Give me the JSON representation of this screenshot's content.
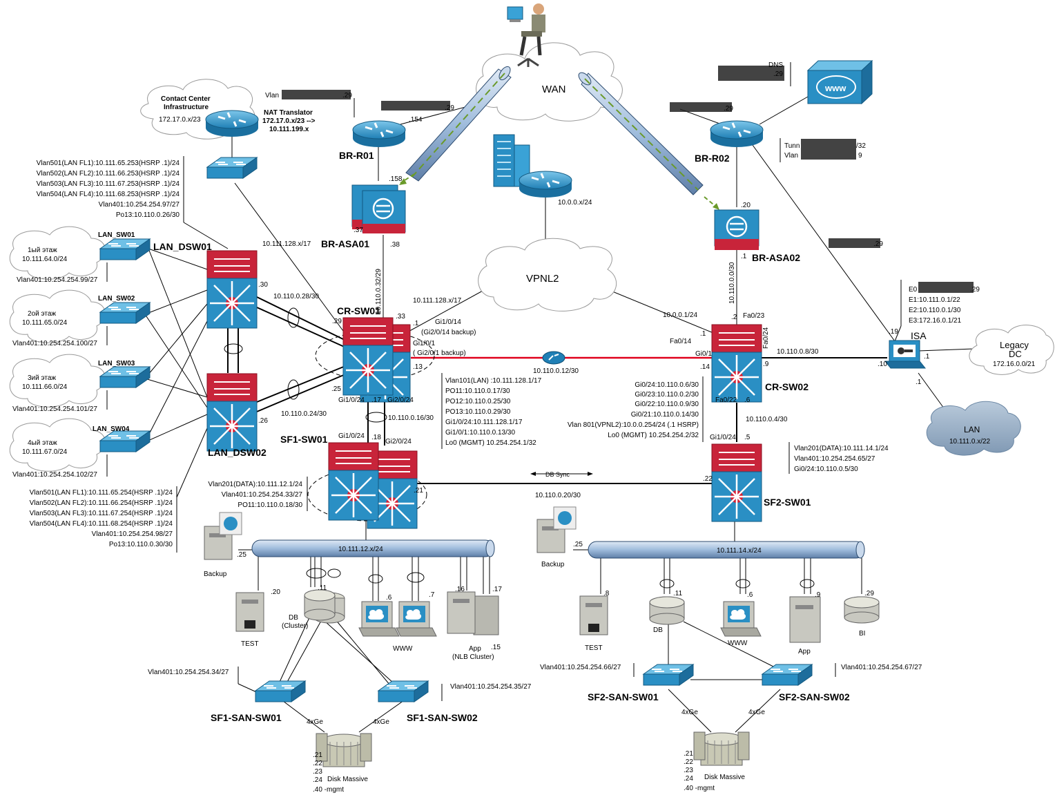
{
  "colors": {
    "switch_blue": "#2a8fc4",
    "switch_red": "#c8243a",
    "firewall_red": "#c8243a",
    "router_blue": "#3aa2d6",
    "cloud_fill": "#ffffff",
    "lan_cloud": "#8fa9c2",
    "tube_fill": "#9fbcdc",
    "red_link": "#e0001b",
    "green_dash": "#6a9a2a"
  },
  "wan": {
    "label": "WAN"
  },
  "vpnl2": {
    "label": "VPNL2"
  },
  "core_net": {
    "label": "10.0.0.x/24"
  },
  "cc": {
    "title1": "Contact Center",
    "title2": "Infrastructure",
    "subnet": "172.17.0.x/23",
    "nat1": "NAT Translator",
    "nat2": "172.17.0.x/23 -->",
    "nat3": "10.111.199.x"
  },
  "br_r01": {
    "name": "BR-R01",
    "vlan": "Vlan",
    "lbl29": ".29",
    "lbl154": ".154",
    "lbl158": ".158"
  },
  "br_asa01": {
    "name": "BR-ASA01",
    "lbl37": ".37",
    "lbl38": ".38"
  },
  "br_r02": {
    "name": "BR-R02",
    "lbl29": ".29",
    "dns": "DNS",
    "dns29": ".29",
    "tun1": "Tunn",
    "tun1b": "/32",
    "tun2": "Vlan",
    "tun2b": "9"
  },
  "br_asa02": {
    "name": "BR-ASA02",
    "lbl20": ".20",
    "lbl1": ".1"
  },
  "isa": {
    "name": "ISA",
    "lbl29": ".29",
    "e0": "E0",
    "e0b": ".29",
    "e1": "E1:10.111.0.1/22",
    "e2": "E2:10.110.0.1/30",
    "e3": "E3:172.16.0.1/21",
    "lbl19": ".19",
    "lbl10": ".10",
    "lbl1a": ".1",
    "lbl1b": ".1",
    "link": "10.110.0.8/30"
  },
  "legacy": {
    "l1": "Legacy",
    "l2": "DC",
    "l3": "172.16.0.0/21"
  },
  "lan_cloud": {
    "l1": "LAN",
    "l2": "10.111.0.x/22"
  },
  "dsw01": {
    "name": "LAN_DSW01",
    "info": [
      "Vlan501(LAN FL1):10.111.65.253(HSRP .1)/24",
      "Vlan502(LAN FL2):10.111.66.253(HSRP .1)/24",
      "Vlan503(LAN FL3):10.111.67.253(HSRP .1)/24",
      "Vlan504(LAN FL4):10.111.68.253(HSRP .1)/24",
      "Vlan401:10.254.254.97/27",
      "Po13:10.110.0.26/30"
    ],
    "lbl30": ".30",
    "link": "10.110.0.28/30"
  },
  "dsw02": {
    "name": "LAN_DSW02",
    "info": [
      "Vlan501(LAN FL1):10.111.65.254(HSRP .1)/24",
      "Vlan502(LAN FL2):10.111.66.254(HSRP .1)/24",
      "Vlan503(LAN FL3):10.111.67.254(HSRP .1)/24",
      "Vlan504(LAN FL4):10.111.68.254(HSRP .1)/24",
      "Vlan401:10.254.254.98/27",
      "Po13:10.110.0.30/30"
    ],
    "lbl26": ".26",
    "link": "10.110.0.24/30"
  },
  "floors": [
    {
      "sw": "LAN_SW01",
      "c1": "1ый этаж",
      "c2": "10.111.64.0/24",
      "vlan": "Vlan401:10.254.254.99/27"
    },
    {
      "sw": "LAN_SW02",
      "c1": "2ой этаж",
      "c2": "10.111.65.0/24",
      "vlan": "Vlan401:10.254.254.100/27"
    },
    {
      "sw": "LAN_SW03",
      "c1": "3ий этаж",
      "c2": "10.111.66.0/24",
      "vlan": "Vlan401:10.254.254.101/27"
    },
    {
      "sw": "LAN_SW04",
      "c1": "4ый этаж",
      "c2": "10.111.67.0/24",
      "vlan": "Vlan401:10.254.254.102/27"
    }
  ],
  "cr_sw01": {
    "name": "CR-SW01",
    "lbl29": ".29",
    "lbl33": ".33",
    "lbl1": ".1",
    "lbl13": ".13",
    "lbl25": ".25",
    "lbl17": ".17",
    "gi14a": "Gi1/0/14",
    "gi14b": "(Gi2/0/14 backup)",
    "gi1a": "Gi1/0/1",
    "gi1b": "( Gi2/0/1 backup)",
    "gi24a": "Gi1/0/24",
    "gi24b": "Gi2/0/24",
    "link128": "10.111.128.x/17",
    "link128b": "10.111.128.x/17",
    "asa_link": "10.110.0.32/29",
    "link16": "10.110.0.16/30",
    "info": [
      "Vlan101(LAN) :10.111.128.1/17",
      "PO11:10.110.0.17/30",
      "PO12:10.110.0.25/30",
      "PO13:10.110.0.29/30",
      "Gi1/0/24:10.111.128.1/17",
      "Gi1/0/1:10.110.0.13/30",
      "Lo0 (MGMT) 10.254.254.1/32"
    ]
  },
  "cr_sw02": {
    "name": "CR-SW02",
    "lbl2": ".2",
    "lbl1": ".1",
    "lbl14": ".14",
    "lbl9": ".9",
    "lbl6": ".6",
    "fa23": "Fa0/23",
    "fa14": "Fa0/14",
    "fa24": "Fa0/24",
    "gi01": "Gi0/1",
    "fa22": "Fa0/22",
    "asa_link": "10.110.0.0/30",
    "vpn_link": "10.0.0.1/24",
    "link4": "10.110.0.4/30",
    "info": [
      "Gi0/24:10.110.0.6/30",
      "Gi0/23:10.110.0.2/30",
      "Gi0/22:10.110.0.9/30",
      "Gi0/21:10.110.0.14/30",
      "Vlan 801(VPNL2):10.0.0.254/24 (.1 HSRP)",
      "Lo0 (MGMT) 10.254.254.2/32"
    ]
  },
  "red_link": {
    "label": "10.110.0.12/30"
  },
  "sf1": {
    "name": "SF1-SW01",
    "gi24a": "Gi1/0/24",
    "gi24b": "Gi2/0/24",
    "lbl18": ".18",
    "lbl21": ".21",
    "info": [
      "Vlan201(DATA):10.111.12.1/24",
      "Vlan401:10.254.254.33/27",
      "PO11:10.110.0.18/30"
    ],
    "bus": "10.111.12.x/24"
  },
  "sf2": {
    "name": "SF2-SW01",
    "gi24": "Gi1/0/24",
    "lbl5": ".5",
    "lbl22": ".22",
    "info": [
      "Vlan201(DATA):10.111.14.1/24",
      "Vlan401:10.254.254.65/27",
      "Gi0/24:10.110.0.5/30"
    ],
    "bus": "10.111.14.x/24"
  },
  "dbsync": {
    "label": "DB Sync",
    "link": "10.110.0.20/30"
  },
  "site1": {
    "backup": "Backup",
    "b25": ".25",
    "test": "TEST",
    "t20": ".20",
    "db1": "DB",
    "db2": "(Cluster)",
    "d11": ".11",
    "www": "WWW",
    "w6": ".6",
    "w7": ".7",
    "app1": "App",
    "app2": "(NLB Cluster)",
    "a16": ".16",
    "a17": ".17",
    "a15": ".15"
  },
  "site2": {
    "backup": "Backup",
    "b25": ".25",
    "test": "TEST",
    "t8": ".8",
    "db": "DB",
    "d11": ".11",
    "www": "WWW",
    "w6": ".6",
    "app": "App",
    "a9": ".9",
    "bi": "BI",
    "bi29": ".29"
  },
  "san1": {
    "sw1": "SF1-SAN-SW01",
    "sw2": "SF1-SAN-SW02",
    "v1": "Vlan401:10.254.254.34/27",
    "v2": "Vlan401:10.254.254.35/27",
    "ge1": "4xGe",
    "ge2": "4xGe",
    "disk": "Disk Massive",
    "ips": [
      ".21",
      ".22",
      ".23",
      ".24",
      ".40 -mgmt"
    ]
  },
  "san2": {
    "sw1": "SF2-SAN-SW01",
    "sw2": "SF2-SAN-SW02",
    "v1": "Vlan401:10.254.254.66/27",
    "v2": "Vlan401:10.254.254.67/27",
    "ge1": "4xGe",
    "ge2": "4xGe",
    "disk": "Disk Massive",
    "ips": [
      ".21",
      ".22",
      ".23",
      ".24",
      ".40 -mgmt"
    ]
  }
}
